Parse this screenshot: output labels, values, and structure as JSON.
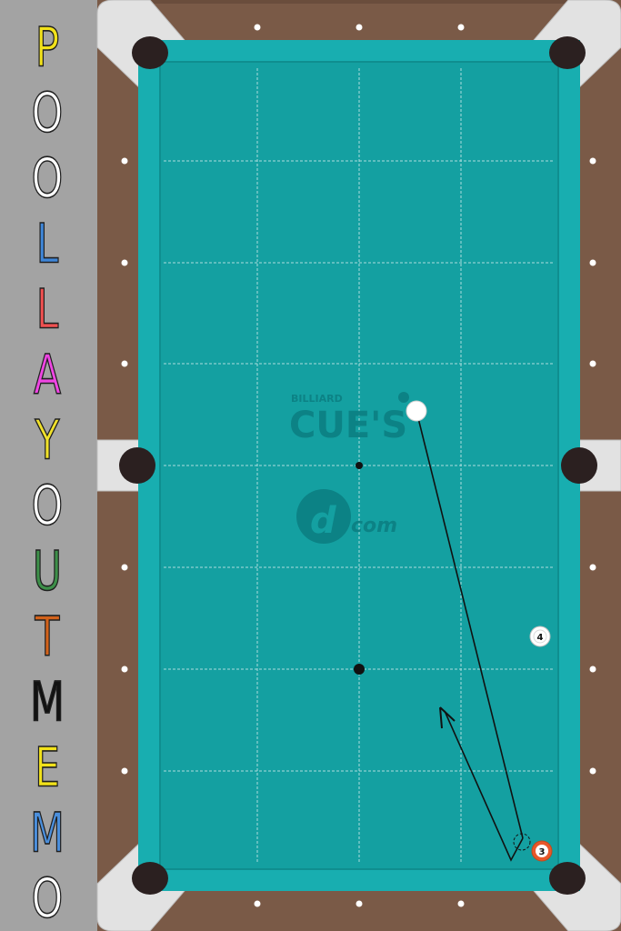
{
  "title": {
    "letters": [
      {
        "char": "P",
        "color": "#f2e21a"
      },
      {
        "char": "O",
        "color": "#ffffff"
      },
      {
        "char": "O",
        "color": "#ffffff"
      },
      {
        "char": "L",
        "color": "#3f86d8"
      },
      {
        "char": "L",
        "color": "#f05050"
      },
      {
        "char": "A",
        "color": "#ef46e3"
      },
      {
        "char": "Y",
        "color": "#f0e12b"
      },
      {
        "char": "O",
        "color": "#ffffff"
      },
      {
        "char": "U",
        "color": "#3d8f49"
      },
      {
        "char": "T",
        "color": "#d2621b"
      },
      {
        "char": "M",
        "color": "#111111"
      },
      {
        "char": "E",
        "color": "#f2e21a"
      },
      {
        "char": "M",
        "color": "#4b8fdc"
      },
      {
        "char": "O",
        "color": "#ffffff"
      }
    ]
  },
  "watermark": {
    "line1": "BILLIARD",
    "line2": "CUE'S",
    "line3": "com"
  },
  "balls": {
    "cue": {
      "label": "cue ball",
      "color": "#ffffff"
    },
    "ball_3": {
      "number": "3",
      "stripe": "#e8572a"
    },
    "ball_4": {
      "number": "4",
      "stripe": "#d9d9d9"
    }
  },
  "colors": {
    "felt": "#14a0a1",
    "cushion": "#18aeb0",
    "rail_wood": "#7a5a47",
    "grid_line": "#c6e8e8",
    "pocket": "#2b2020",
    "corner_plate": "#e2e2e2"
  }
}
